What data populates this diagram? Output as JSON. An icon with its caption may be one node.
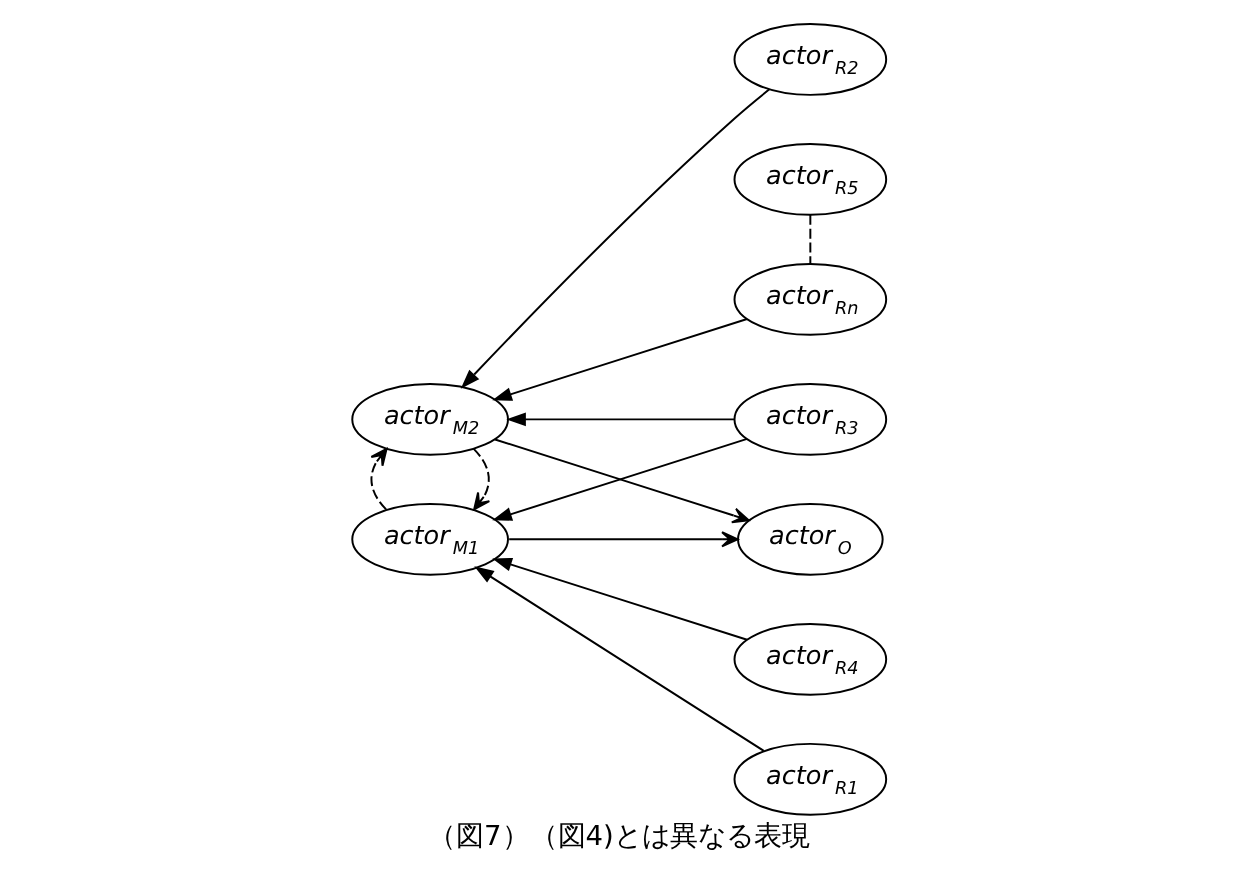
{
  "diagram": {
    "caption": "（図7）（図4)とは異なる表現",
    "nodes": [
      {
        "text": [
          "actor$_{M1}$"
        ]
      },
      {
        "text": [
          "actor$_{O}$"
        ]
      },
      {
        "text": [
          "actor$_{M2}$"
        ]
      },
      {
        "text": [
          "actor$_{R1}$"
        ]
      },
      {
        "text": [
          "actor$_{R2}$"
        ]
      },
      {
        "text": [
          "actor$_{R3}$"
        ]
      },
      {
        "text": [
          "actor$_{R4}$"
        ]
      },
      {
        "text": [
          "actor$_{R5}$"
        ]
      },
      {
        "text": [
          "actor$_{Rn}$"
        ]
      }
    ],
    "edges": [
      {
        "from": 3,
        "to": 0,
        "arrow": "to"
      },
      {
        "from": 4,
        "to": 2,
        "arrow": "to"
      },
      {
        "from": 5,
        "to": 0,
        "arrow": "to"
      },
      {
        "from": 5,
        "to": 2,
        "arrow": "to"
      },
      {
        "from": 6,
        "to": 0,
        "arrow": "to"
      },
      {
        "from": 8,
        "to": 2,
        "arrow": "to"
      },
      {
        "from": 0,
        "to": 1,
        "arrow": "to"
      },
      {
        "from": 2,
        "to": 1,
        "arrow": "to"
      },
      {
        "from": 2,
        "to": 0,
        "arrow": "to",
        "style": "dashed"
      },
      {
        "from": 0,
        "to": 2,
        "arrow": "to",
        "style": "dashed"
      },
      {
        "from": 7,
        "to": 8,
        "arrow": "none",
        "style": "dashed"
      }
    ]
  }
}
